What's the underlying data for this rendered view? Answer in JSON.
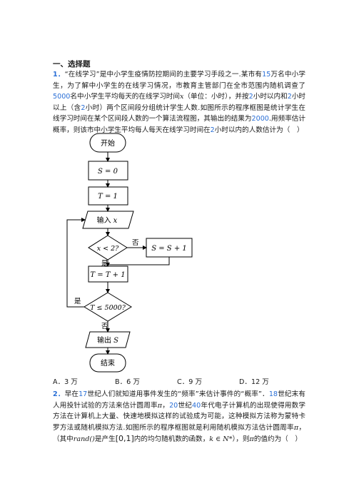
{
  "section": {
    "title": "一、选择题"
  },
  "q1": {
    "number": "1．",
    "text_a": "“在线学习”是中小学生疫情防控期间的主要学习手段之一.某市有",
    "num_a": "15",
    "text_b": "万名中小学生，为了解中小学生的在线学习情况，市教育主管部门在全市范围内随机调查了",
    "num_b": "5000",
    "text_c": "名中小学生平均每天的在线学习时间",
    "var_x": "x",
    "text_d": "（单位：小时），并按",
    "num_c": "2",
    "text_e": "小时以内和",
    "num_d": "2",
    "text_f": "小时以上（含",
    "num_e": "2",
    "text_g": "小时）两个区间段分组统计学生人数.如图所示的程序框图是统计学生在线学习时间在某个区间段人数的一个算法流程图，其输出的结果为",
    "num_f": "2000",
    "text_h": ".用频率估计概率，则该市中小学生平均每人每天在线学习时间在",
    "num_g": "2",
    "text_i": "小时以内的人数估计为（　）"
  },
  "flowchart": {
    "start": "开始",
    "s_init": "S = 0",
    "t_init": "T = 1",
    "input_label": "输入",
    "input_var": "x",
    "cond1": "x < 2?",
    "no1": "否",
    "s_update": "S = S + 1",
    "yes1": "是",
    "t_update": "T = T + 1",
    "cond2": "T ≤ 5000?",
    "yes2": "是",
    "no2": "否",
    "output_label": "输出",
    "output_var": "S",
    "end": "结束"
  },
  "q1_choices": [
    "A．3 万",
    "B．6 万",
    "C．9 万",
    "D．12 万"
  ],
  "q2": {
    "number": "2．",
    "text_a": "早在",
    "num_a": "17",
    "text_b": "世纪人们就知道用事件发生的“频率”来估计事件的“概率”．",
    "num_b": "18",
    "text_c": "世纪末有人用投针试验的方法来估计圆周率",
    "pi_a": "π",
    "text_d": "，",
    "num_c": "20",
    "text_e": "世纪",
    "num_d": "40",
    "text_f": "年代电子计算机的出现使得用数学方法在计算机上大量、快速地模拟这样的试验成为可能，这种模拟方法称为蒙特卡罗方法或随机模拟方法.如图所示的程序框图就是利用随机模拟方法估计圆周率",
    "pi_b": "π",
    "text_g": "，（其中",
    "rand": "rand()",
    "text_h": "是产生",
    "interval": "[0,1]",
    "text_i": "内的均匀随机数的函数，",
    "k_in": "k ∈ N*",
    "text_j": "），则",
    "pi_c": "π",
    "text_k": "的值约为（　）"
  }
}
